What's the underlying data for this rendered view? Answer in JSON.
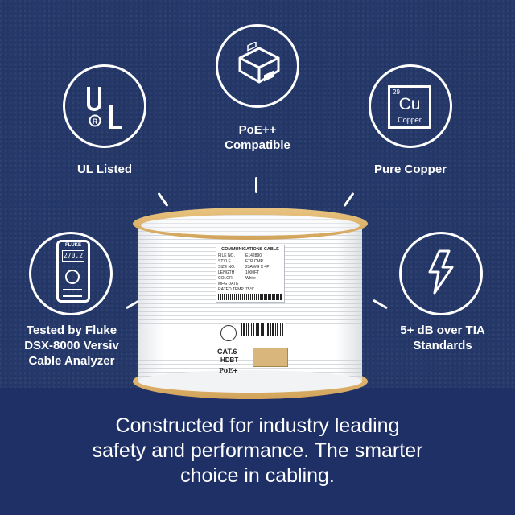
{
  "features": {
    "ul": {
      "label_line1": "UL Listed",
      "logo_text": "UL"
    },
    "poe": {
      "label_line1": "PoE++",
      "label_line2": "Compatible"
    },
    "copper": {
      "label_line1": "Pure Copper",
      "element_number": "29",
      "symbol": "Cu",
      "name": "Copper"
    },
    "fluke": {
      "label_line1": "Tested by Fluke",
      "label_line2": "DSX-8000 Versiv",
      "label_line3": "Cable Analyzer",
      "device_brand": "FLUKE",
      "device_reading": "270.2"
    },
    "tia": {
      "label_line1": "5+ dB over TIA",
      "label_line2": "Standards"
    }
  },
  "spool_label": {
    "title": "COMMUNICATIONS CABLE",
    "rows": [
      {
        "key": "FILE NO.",
        "value": "E142890"
      },
      {
        "key": "STYLE",
        "value": "FTP CMR"
      },
      {
        "key": "SIZE NO.",
        "value": "23AWG X 4P"
      },
      {
        "key": "LENGTH",
        "value": "1000FT"
      },
      {
        "key": "COLOR",
        "value": "White"
      },
      {
        "key": "MFG DATE",
        "value": ""
      },
      {
        "key": "RATED TEMP",
        "value": "75℃"
      }
    ],
    "cat": "CAT.6",
    "hdbt": "HDBT",
    "poe": "PoE+"
  },
  "tagline": {
    "line1": "Constructed for industry leading",
    "line2": "safety and performance. The smarter",
    "line3": "choice in cabling."
  }
}
